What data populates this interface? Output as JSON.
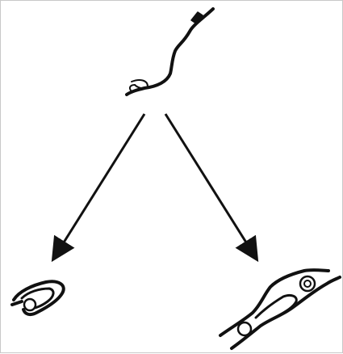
{
  "figure": {
    "stroke_color": "#111111",
    "background_color": "#ffffff",
    "border_color": "#c8c8c8",
    "nodes": [
      {
        "id": "initial-rope",
        "description_icon": "single-curved-strand-icon"
      },
      {
        "id": "outcome-left",
        "description_icon": "small-loop-knot-icon"
      },
      {
        "id": "outcome-right",
        "description_icon": "double-loop-knot-icon"
      }
    ],
    "edges": [
      {
        "from": "initial-rope",
        "to": "outcome-left"
      },
      {
        "from": "initial-rope",
        "to": "outcome-right"
      }
    ]
  }
}
